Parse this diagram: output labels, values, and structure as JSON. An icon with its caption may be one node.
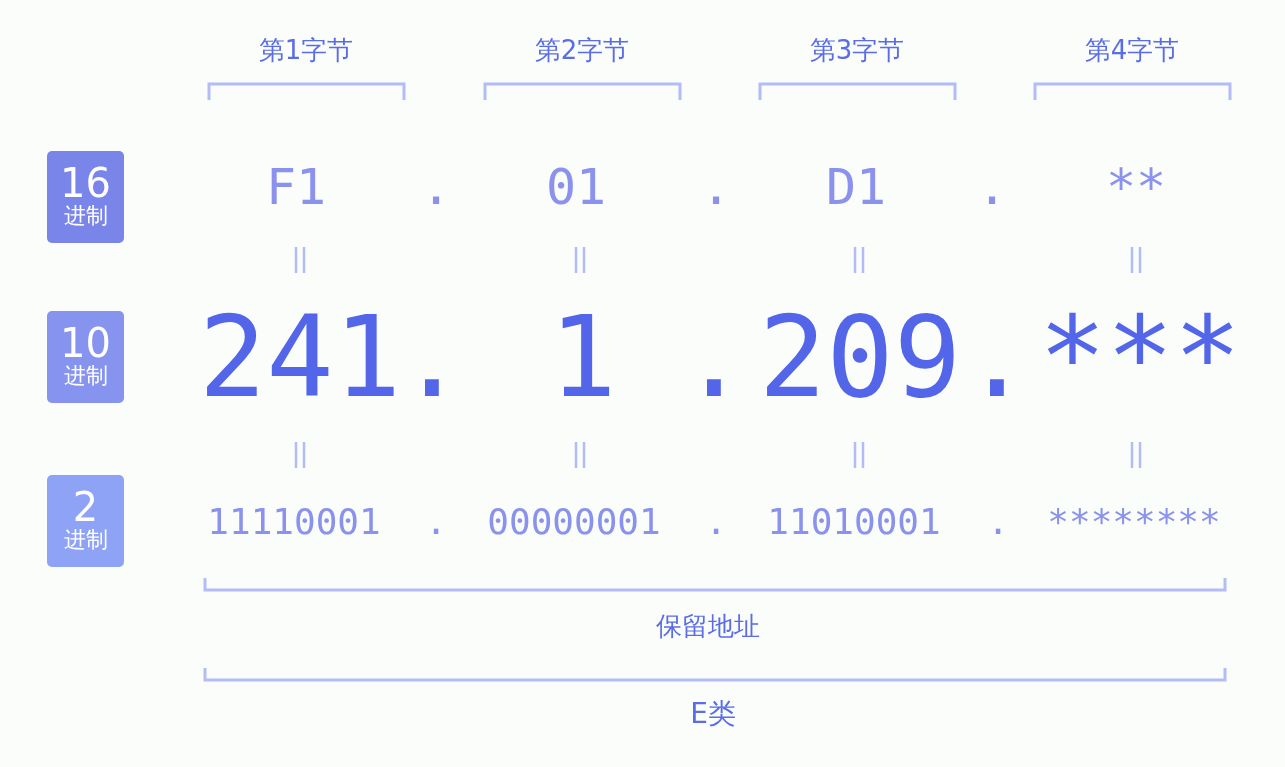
{
  "diagram": {
    "nodes": [
      {
        "text": [
          "16",
          "进制"
        ]
      },
      {
        "text": [
          "10",
          "进制"
        ]
      },
      {
        "text": [
          "2",
          "进制"
        ]
      }
    ],
    "labels": [
      "第1字节",
      "第2字节",
      "第3字节",
      "第4字节",
      "F1",
      ".",
      "01",
      ".",
      "D1",
      ".",
      "**",
      "241",
      ".",
      "1",
      ".",
      "209",
      ".",
      "***",
      "11110001",
      ".",
      "00000001",
      ".",
      "11010001",
      ".",
      "********",
      "保留地址",
      "E类"
    ]
  }
}
